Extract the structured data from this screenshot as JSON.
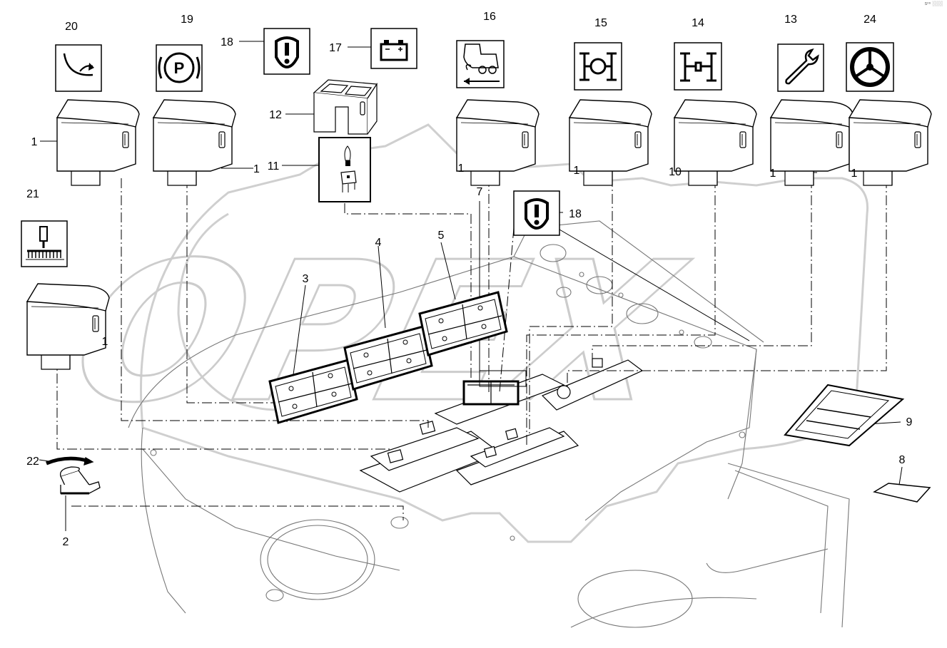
{
  "corner_code": "sⁿⁿ ░░░",
  "watermark": "OPEX",
  "labels": {
    "l1": "1",
    "l2": "2",
    "l3": "3",
    "l4": "4",
    "l5": "5",
    "l7": "7",
    "l8": "8",
    "l9": "9",
    "l10": "10",
    "l11": "11",
    "l12": "12",
    "l13": "13",
    "l14": "14",
    "l15": "15",
    "l16": "16",
    "l17": "17",
    "l18": "18",
    "l19": "19",
    "l20": "20",
    "l21": "21",
    "l22": "22",
    "l24": "24"
  },
  "icons": {
    "parking": "P"
  },
  "colors": {
    "line": "#000000",
    "console": "#777777",
    "watermark": "#d0d0d0"
  }
}
